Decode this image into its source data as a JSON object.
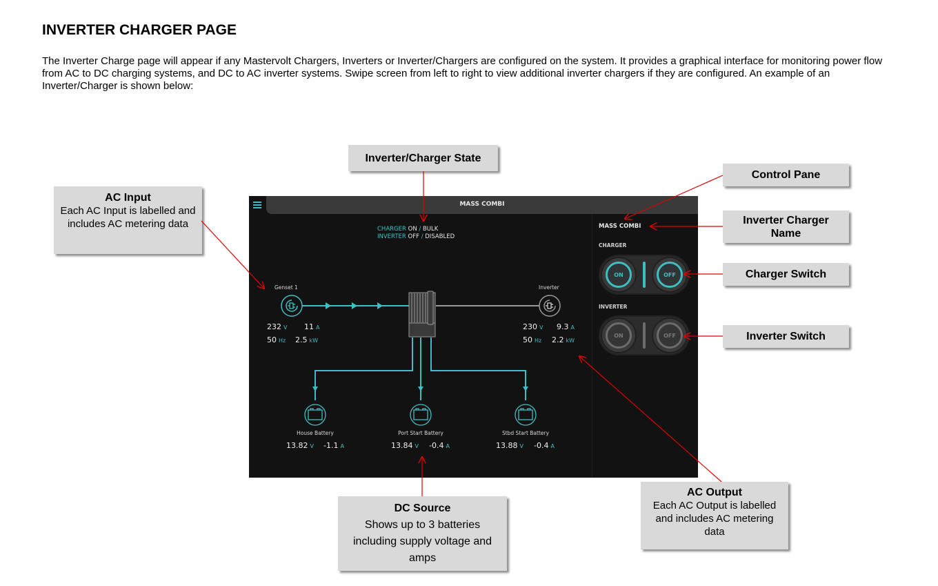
{
  "document": {
    "title": "INVERTER CHARGER PAGE",
    "paragraph": "The Inverter Charge page will appear if any Mastervolt Chargers, Inverters or Inverter/Chargers are configured on the system.  It provides a graphical interface for monitoring power flow from AC to DC charging systems, and DC to AC inverter systems.  Swipe screen from left to right to view additional inverter chargers if they are configured.  An example of an Inverter/Charger is shown below:"
  },
  "screen": {
    "header_title": "MASS COMBI",
    "menu_icon": "hamburger-menu-icon",
    "state": {
      "charger_label": "CHARGER",
      "charger_value": "ON",
      "charger_mode": "BULK",
      "inverter_label": "INVERTER",
      "inverter_value": "OFF",
      "inverter_mode": "DISABLED",
      "separator": "/"
    },
    "ac_input": {
      "label": "Genset 1",
      "icon": "plug-icon",
      "voltage": "232",
      "voltage_unit": "V",
      "current": "11",
      "current_unit": "A",
      "frequency": "50",
      "frequency_unit": "Hz",
      "power": "2.5",
      "power_unit": "kW"
    },
    "ac_output": {
      "label": "Inverter",
      "icon": "plug-icon",
      "voltage": "230",
      "voltage_unit": "V",
      "current": "9.3",
      "current_unit": "A",
      "frequency": "50",
      "frequency_unit": "Hz",
      "power": "2.2",
      "power_unit": "kW"
    },
    "batteries": [
      {
        "label": "House Battery",
        "voltage": "13.82",
        "voltage_unit": "V",
        "current": "-1.1",
        "current_unit": "A"
      },
      {
        "label": "Port Start Battery",
        "voltage": "13.84",
        "voltage_unit": "V",
        "current": "-0.4",
        "current_unit": "A"
      },
      {
        "label": "Stbd Start Battery",
        "voltage": "13.88",
        "voltage_unit": "V",
        "current": "-0.4",
        "current_unit": "A"
      }
    ],
    "control_pane": {
      "name": "MASS COMBI",
      "charger_label": "CHARGER",
      "inverter_label": "INVERTER",
      "on_label": "ON",
      "off_label": "OFF",
      "charger_enabled": true,
      "inverter_enabled": false
    },
    "colors": {
      "accent": "#3fbfc4",
      "background": "#121212",
      "inactive": "#6c6c6c"
    }
  },
  "callouts": {
    "state": "Inverter/Charger State",
    "ac_input_title": "AC Input",
    "ac_input_body": "Each AC Input is labelled and includes AC metering data",
    "control_pane": "Control Pane",
    "charger_name": "Inverter Charger Name",
    "charger_switch": "Charger Switch",
    "inverter_switch": "Inverter Switch",
    "dc_source_title": "DC Source",
    "dc_source_body": "Shows up to 3 batteries including supply voltage and amps",
    "ac_output_title": "AC Output",
    "ac_output_body": "Each AC Output is labelled and includes AC metering data"
  }
}
